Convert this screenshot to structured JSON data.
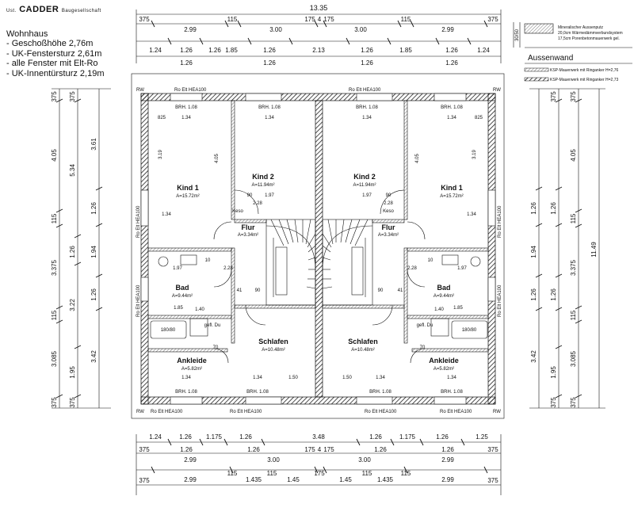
{
  "header": {
    "logo_prefix": "Ust.",
    "logo": "CADDER",
    "logo_suffix": "Baugesellschaft"
  },
  "notes": {
    "title": "Wohnhaus",
    "items": [
      "- Geschoßhöhe 2,76m",
      "- UK-Fenstersturz 2,61m",
      "- alle Fenster mit Elt-Ro",
      "- UK-Innentürsturz 2,19m"
    ]
  },
  "legend": {
    "layer_thickness": "30/50",
    "layers": [
      "Mineralischer Aussenputz",
      "20,0cm Wärmedämmverbundsystem",
      "17,5cm Porenbetonmauerwerk gel."
    ],
    "title": "Aussenwand",
    "walls": [
      "KSP-Mauerwerk mit Ringanker H=2,76",
      "KSP-Mauerwerk mit Ringanker H=2,73"
    ]
  },
  "dims": {
    "total_width": "13.35",
    "top_row1": [
      "375",
      "2.99",
      "115",
      "3.00",
      "175",
      "4",
      "175",
      "3.00",
      "115",
      "2.99",
      "375"
    ],
    "top_row2": [
      "1.24",
      "1.26",
      "1.26",
      "1.85",
      "1.26",
      "2.13",
      "1.26",
      "1.85",
      "1.26",
      "1.24"
    ],
    "top_row3": [
      "1.26",
      "1.26",
      "1.26",
      "1.26"
    ],
    "bottom_row1": [
      "1.24",
      "1.26",
      "1.175",
      "1.26",
      "3.48",
      "1.26",
      "1.175",
      "1.26",
      "1.25"
    ],
    "bottom_row2": [
      "375",
      "1.26",
      "1.26",
      "175",
      "4",
      "175",
      "1.26",
      "1.26",
      "375"
    ],
    "bottom_row3": [
      "2.99",
      "3.00",
      "3.00",
      "2.99"
    ],
    "bottom_row4": [
      "375",
      "2.99",
      "115",
      "1.435",
      "115",
      "1.45",
      "175",
      "1.45",
      "115",
      "1.435",
      "115",
      "2.99",
      "375"
    ],
    "left_outer": [
      "375",
      "4.05",
      "115",
      "3.375",
      "115",
      "3.085",
      "375"
    ],
    "left_mid": [
      "375",
      "5.34",
      "1.26",
      "3.22",
      "1.95",
      "375"
    ],
    "left_inner": [
      "3.61",
      "1.26",
      "1.94",
      "1.26",
      "3.42"
    ],
    "right_outer": [
      "375",
      "4.05",
      "115",
      "3.375",
      "115",
      "3.085",
      "375"
    ],
    "right_mid": [
      "375",
      "1.26",
      "1.26",
      "1.94",
      "1.26",
      "1.26",
      "1.95",
      "375"
    ],
    "right_total": "11.49",
    "right_inner": [
      "3.42"
    ]
  },
  "lintels": {
    "top_left": "Ro Elt  HEA100",
    "top_right": "Ro Elt  HEA100",
    "bottom_left": "Ro Elt  HEA100",
    "bottom_mid_left": "Ro Elt  HEA100",
    "bottom_mid_right": "Ro Elt  HEA100",
    "bottom_right": "Ro Elt  HEA100",
    "side": "Ro Elt HEA100",
    "rw": "RW"
  },
  "rooms": {
    "kind1_left": {
      "name": "Kind 1",
      "area": "A=15.72m²"
    },
    "kind2_left": {
      "name": "Kind 2",
      "area": "A=11.94m²"
    },
    "kind2_right": {
      "name": "Kind 2",
      "area": "A=11.94m²"
    },
    "kind1_right": {
      "name": "Kind 1",
      "area": "A=15.72m²"
    },
    "flur_left": {
      "name": "Flur",
      "area": "A=3.34m²"
    },
    "flur_right": {
      "name": "Flur",
      "area": "A=3.34m²"
    },
    "bad_left": {
      "name": "Bad",
      "area": "A=9.44m²"
    },
    "bad_right": {
      "name": "Bad",
      "area": "A=9.44m²"
    },
    "schlafen_left": {
      "name": "Schlafen",
      "area": "A=10.48m²"
    },
    "schlafen_right": {
      "name": "Schlafen",
      "area": "A=10.48m²"
    },
    "ankleide_left": {
      "name": "Ankleide",
      "area": "A=5.82m²"
    },
    "ankleide_right": {
      "name": "Ankleide",
      "area": "A=5.82m²"
    }
  },
  "window_labels": {
    "brh": "BRH. 1.08",
    "width": "1.34",
    "h1": "825",
    "w_1_97": "1.97",
    "w_1_50": "1.50",
    "h_2_28": "2.28",
    "h_90": "90",
    "tub": "180/80",
    "h_70": "70",
    "h_41": "41",
    "h_1_85": "1.85",
    "h_1_97": "1.97",
    "gefl_du": "gefl. Du",
    "h_1_40": "1.40",
    "keso": "Keso",
    "h_3_19": "3.19",
    "h_4_05": "4.05",
    "h_1_34": "1.34",
    "h_10": "10"
  }
}
